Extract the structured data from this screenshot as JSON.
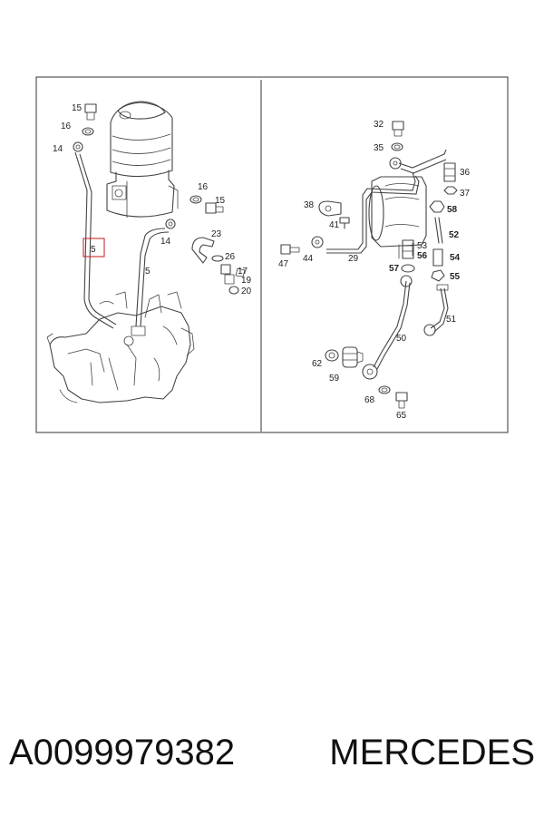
{
  "caption": {
    "part_number": "A0099979382",
    "brand": "MERCEDES"
  },
  "colors": {
    "highlight": "#cc2a2a",
    "line": "#444444"
  },
  "left_panel": {
    "labels": [
      "15",
      "16",
      "14",
      "16",
      "15",
      "14",
      "23",
      "26",
      "17",
      "19",
      "20",
      "5"
    ],
    "highlighted_label": "5"
  },
  "right_panel": {
    "labels": [
      "32",
      "35",
      "36",
      "37",
      "38",
      "41",
      "58",
      "52",
      "53",
      "56",
      "54",
      "47",
      "44",
      "29",
      "57",
      "55",
      "51",
      "50",
      "62",
      "59",
      "68",
      "65"
    ],
    "bold_labels": [
      "58",
      "52",
      "56",
      "54",
      "57",
      "55"
    ]
  }
}
